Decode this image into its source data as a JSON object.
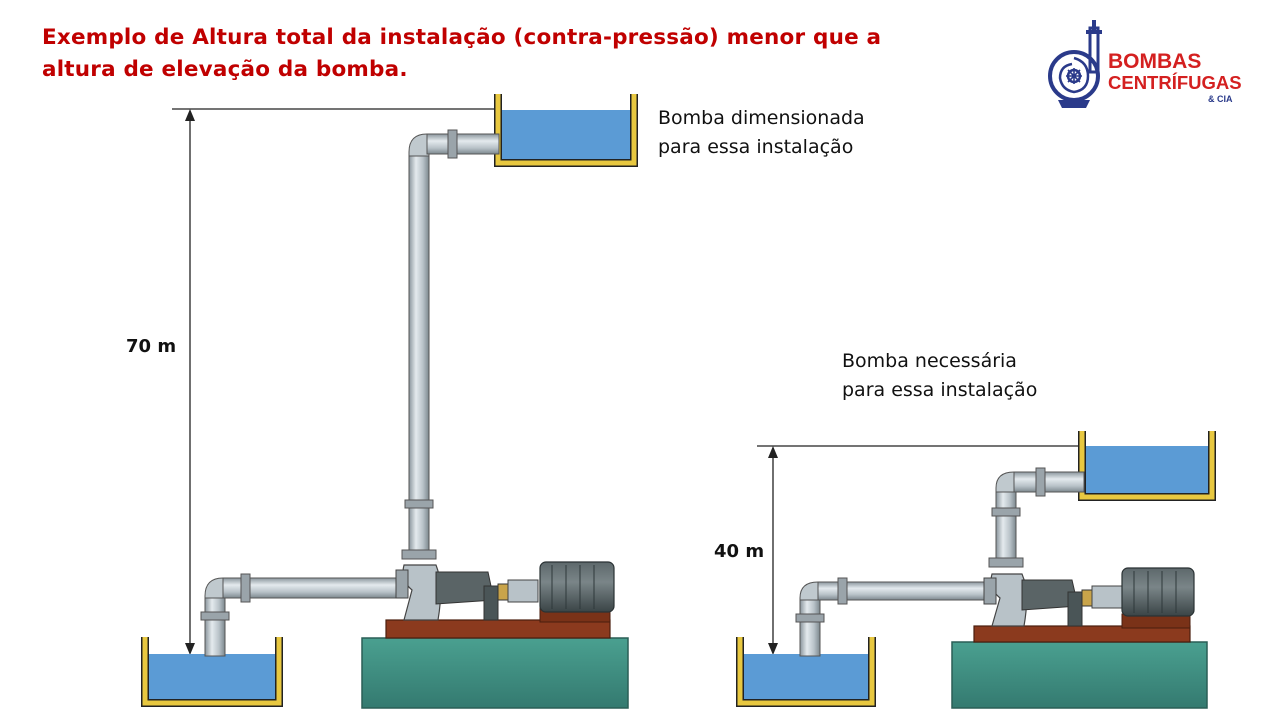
{
  "title": {
    "line1": "Exemplo de Altura total da instalação (contra-pressão) menor que a",
    "line2": "altura de elevação da bomba."
  },
  "system_left": {
    "caption_line1": "Bomba dimensionada",
    "caption_line2": "para essa instalação",
    "height_label": "70 m"
  },
  "system_right": {
    "caption_line1": "Bomba necessária",
    "caption_line2": "para essa instalação",
    "height_label": "40 m"
  },
  "logo": {
    "line1": "BOMBAS",
    "line2": "CENTRÍFUGAS",
    "line3": "& CIA",
    "icon": "centrifugal-pump-logo-icon"
  },
  "colors": {
    "title": "#c00000",
    "water": "#5b9bd5",
    "tank_wall": "#e8c840",
    "base_block": "#3e8f82",
    "pump_skid": "#8b3a1e",
    "motor": "#4a5557",
    "pipe": "#b8c2c8",
    "logo_red": "#d42020",
    "logo_blue": "#2a3a8a"
  }
}
